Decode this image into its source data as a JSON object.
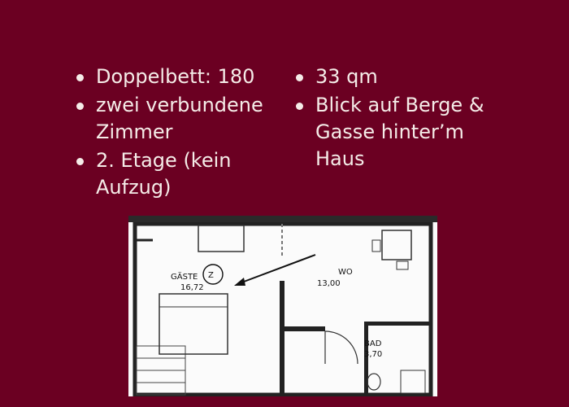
{
  "features": {
    "left": [
      "Doppelbett: 180",
      "zwei verbundene Zimmer",
      "2. Etage (kein Aufzug)"
    ],
    "right": [
      "33 qm",
      "Blick auf Berge & Gasse hinter’m Haus"
    ]
  },
  "floor_plan": {
    "rooms": [
      {
        "name": "GÄSTE",
        "area": "16,72",
        "marker": "Z"
      },
      {
        "name": "WO",
        "area": "13,00"
      },
      {
        "name": "BAD",
        "area": "3,70"
      }
    ]
  },
  "colors": {
    "background": "#6b0022",
    "text": "#f5ece8"
  }
}
